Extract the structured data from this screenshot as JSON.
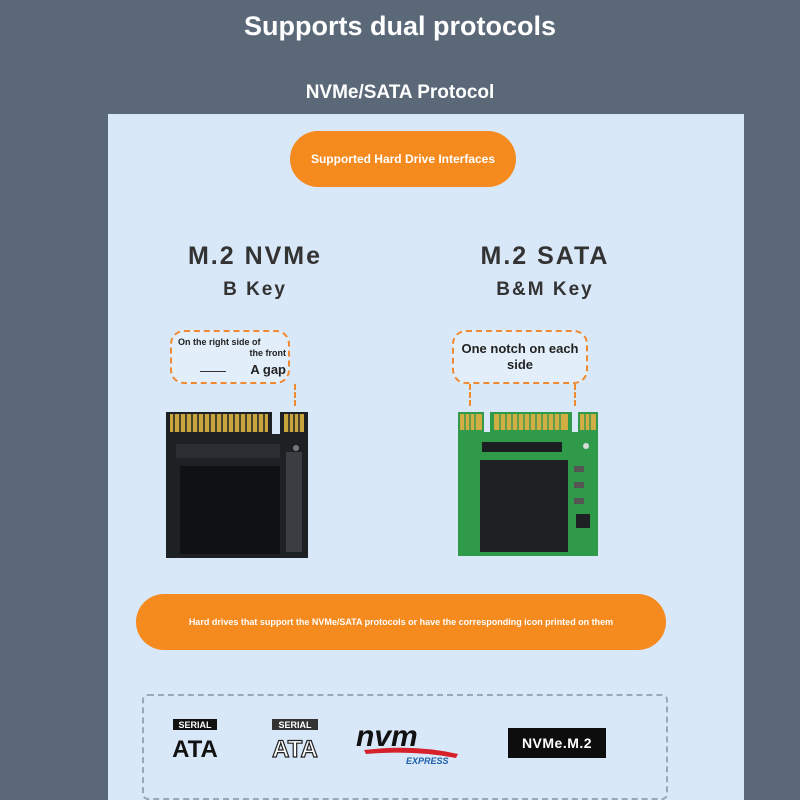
{
  "header": {
    "title": "Supports dual protocols",
    "subtitle": "NVMe/SATA Protocol"
  },
  "panel": {
    "top_pill": "Supported Hard Drive Interfaces",
    "left": {
      "heading": "M.2 NVMe",
      "subheading": "B Key",
      "callout_line1": "On the right side of",
      "callout_line2": "the front",
      "callout_line3": "A gap"
    },
    "right": {
      "heading": "M.2 SATA",
      "subheading": "B&M Key",
      "callout_text": "One notch on each side"
    },
    "bottom_pill": "Hard drives that support the NVMe/SATA protocols or have the corresponding icon printed on them",
    "logos": [
      {
        "name": "serial-ata-logo",
        "top": "SERIAL",
        "bottom": "ATA"
      },
      {
        "name": "serial-ata-logo-alt",
        "top": "SERIAL",
        "bottom": "ATA"
      },
      {
        "name": "nvm-express-logo",
        "top": "nvm",
        "bottom": "EXPRESS"
      },
      {
        "name": "nvme-m2-logo",
        "text": "NVMe.M.2"
      }
    ]
  },
  "colors": {
    "background": "#5a6878",
    "panel": "#d9e8f9",
    "accent_orange": "#f58a1f",
    "pcb_green": "#2e9a4a",
    "pcb_black": "#1e2124"
  }
}
